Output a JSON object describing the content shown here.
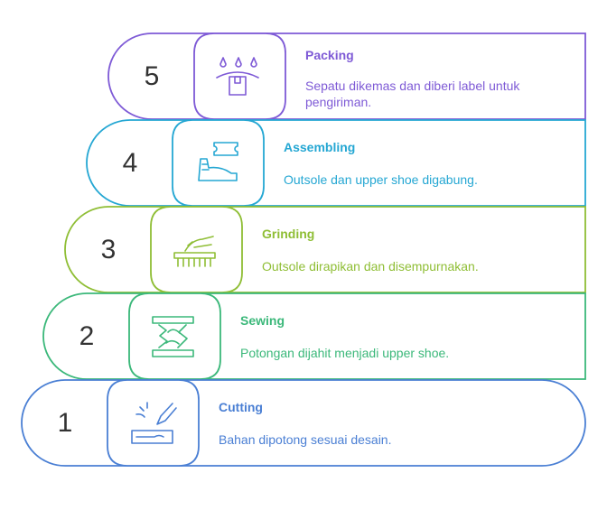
{
  "steps": [
    {
      "number": "1",
      "title": "Cutting",
      "description": "Bahan dipotong sesuai desain.",
      "color": "#4a7fd4",
      "icon": "cutting-icon"
    },
    {
      "number": "2",
      "title": "Sewing",
      "description": "Potongan dijahit menjadi upper shoe.",
      "color": "#3bb87a",
      "icon": "sewing-icon"
    },
    {
      "number": "3",
      "title": "Grinding",
      "description": "Outsole dirapikan dan disempurnakan.",
      "color": "#8fbe35",
      "icon": "grinding-icon"
    },
    {
      "number": "4",
      "title": "Assembling",
      "description": "Outsole dan upper shoe digabung.",
      "color": "#25a7d3",
      "icon": "assembling-icon"
    },
    {
      "number": "5",
      "title": "Packing",
      "description": "Sepatu dikemas dan diberi label untuk pengiriman.",
      "color": "#7e5ad6",
      "icon": "packing-icon"
    }
  ]
}
